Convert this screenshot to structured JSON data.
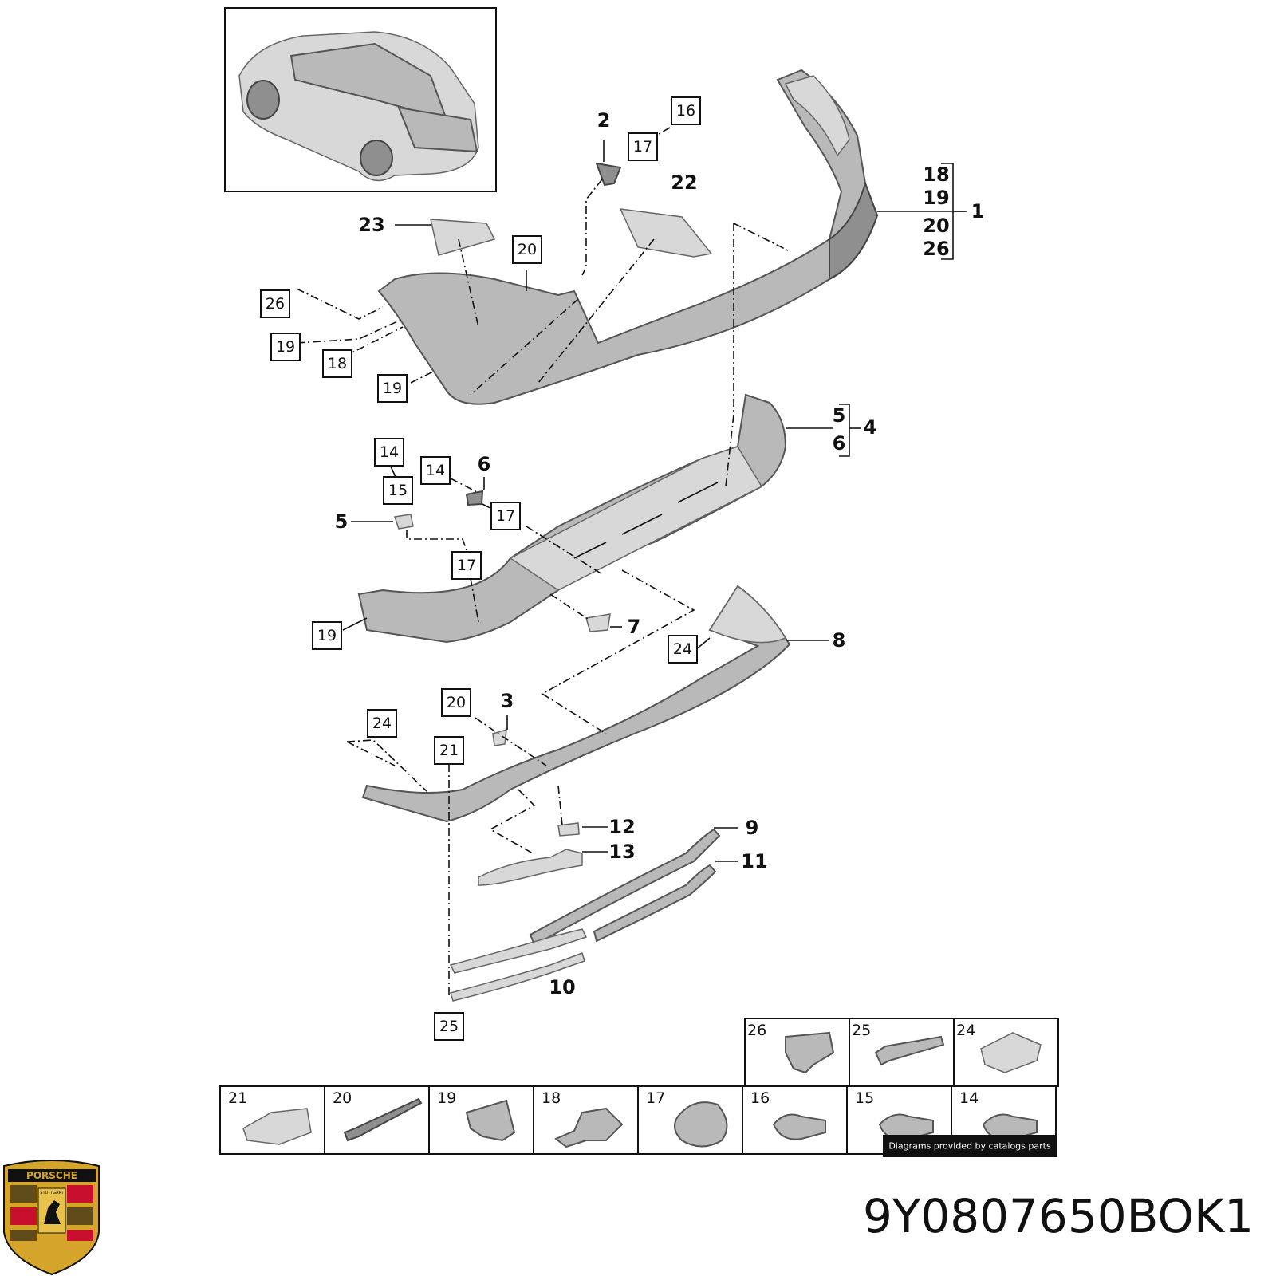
{
  "callouts": [
    {
      "id": "c16",
      "text": "16",
      "boxed": true
    },
    {
      "id": "c2",
      "text": "2",
      "boxed": false
    },
    {
      "id": "c17a",
      "text": "17",
      "boxed": true
    },
    {
      "id": "c22",
      "text": "22",
      "boxed": false
    },
    {
      "id": "c23",
      "text": "23",
      "boxed": false
    },
    {
      "id": "c20a",
      "text": "20",
      "boxed": true
    },
    {
      "id": "c26",
      "text": "26",
      "boxed": true
    },
    {
      "id": "c19a",
      "text": "19",
      "boxed": true
    },
    {
      "id": "c18",
      "text": "18",
      "boxed": true
    },
    {
      "id": "c19b",
      "text": "19",
      "boxed": true
    },
    {
      "id": "c14a",
      "text": "14",
      "boxed": true
    },
    {
      "id": "c14b",
      "text": "14",
      "boxed": true
    },
    {
      "id": "c6",
      "text": "6",
      "boxed": false
    },
    {
      "id": "c15",
      "text": "15",
      "boxed": true
    },
    {
      "id": "c5",
      "text": "5",
      "boxed": false
    },
    {
      "id": "c17b",
      "text": "17",
      "boxed": true
    },
    {
      "id": "c17c",
      "text": "17",
      "boxed": true
    },
    {
      "id": "c19c",
      "text": "19",
      "boxed": true
    },
    {
      "id": "c7",
      "text": "7",
      "boxed": false
    },
    {
      "id": "c24a",
      "text": "24",
      "boxed": true
    },
    {
      "id": "c8",
      "text": "8",
      "boxed": false
    },
    {
      "id": "c20b",
      "text": "20",
      "boxed": true
    },
    {
      "id": "c3",
      "text": "3",
      "boxed": false
    },
    {
      "id": "c24b",
      "text": "24",
      "boxed": true
    },
    {
      "id": "c21",
      "text": "21",
      "boxed": true
    },
    {
      "id": "c12",
      "text": "12",
      "boxed": false
    },
    {
      "id": "c9",
      "text": "9",
      "boxed": false
    },
    {
      "id": "c13",
      "text": "13",
      "boxed": false
    },
    {
      "id": "c11",
      "text": "11",
      "boxed": false
    },
    {
      "id": "c10",
      "text": "10",
      "boxed": false
    },
    {
      "id": "c25",
      "text": "25",
      "boxed": true
    }
  ],
  "groups": [
    {
      "id": "g1",
      "label": "1",
      "members": [
        "18",
        "19",
        "20",
        "26"
      ]
    },
    {
      "id": "g4",
      "label": "4",
      "members": [
        "5",
        "6"
      ]
    }
  ],
  "hardware_table": {
    "top_row": [
      "26",
      "25",
      "24"
    ],
    "bottom_row": [
      "21",
      "20",
      "19",
      "18",
      "17",
      "16",
      "15",
      "14"
    ]
  },
  "credit": "Diagrams provided by catalogs parts",
  "part_number": "9Y0807650BOK1",
  "logo": {
    "name": "porsche-crest",
    "text": "PORSCHE",
    "subtext": "STUTTGART"
  },
  "colors": {
    "part": "#b9b9b9",
    "line": "#111111",
    "crest_gold": "#d4a52a",
    "crest_red": "#c8102e"
  }
}
